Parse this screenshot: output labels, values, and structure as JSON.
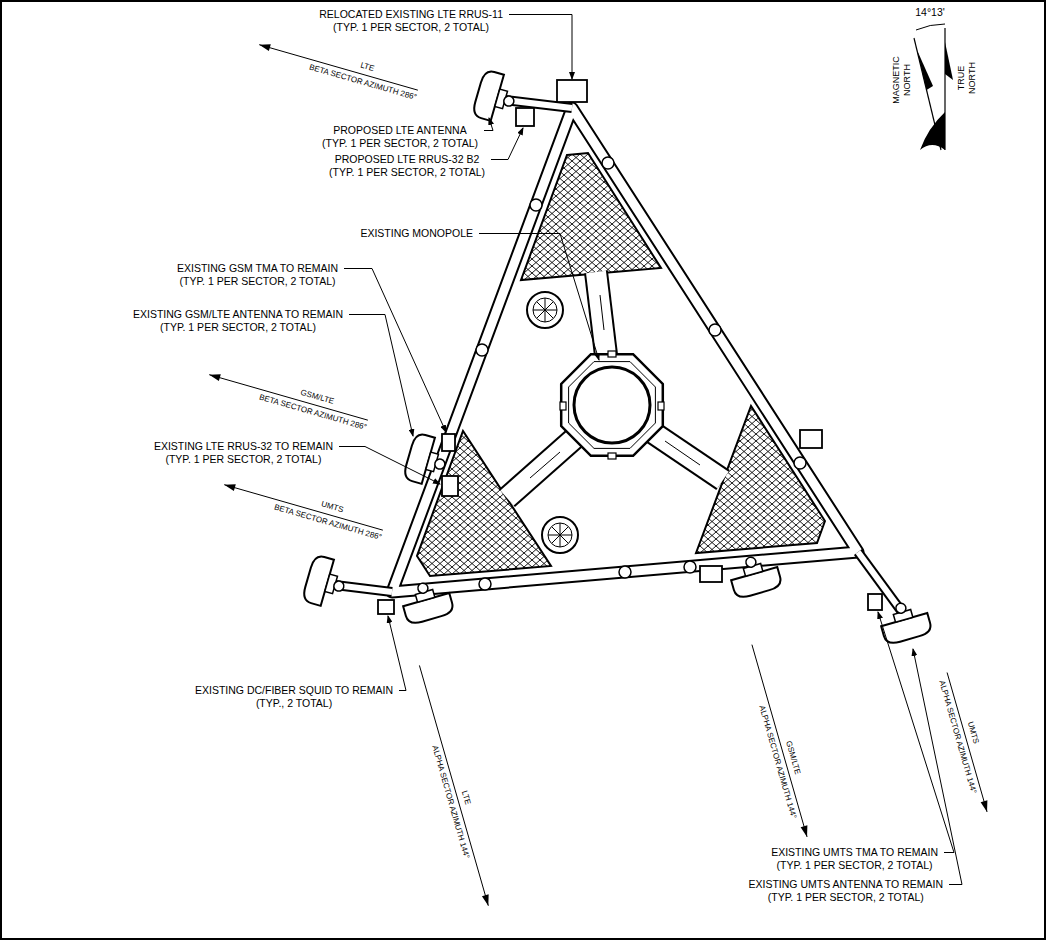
{
  "diagram": {
    "labels": [
      "RELOCATED EXISTING LTE RRUS-11 (TYP. 1 PER SECTOR, 2 TOTAL)",
      "14°13'",
      "MAGNETIC NORTH",
      "TRUE NORTH",
      "LTE BETA SECTOR AZIMUTH 286°",
      "PROPOSED LTE ANTENNA (TYP. 1 PER SECTOR, 2 TOTAL)",
      "PROPOSED LTE RRUS-32 B2 (TYP. 1 PER SECTOR, 2 TOTAL)",
      "EXISTING MONOPOLE",
      "EXISTING GSM TMA TO REMAIN (TYP. 1 PER SECTOR, 2 TOTAL)",
      "EXISTING GSM/LTE ANTENNA TO REMAIN (TYP. 1 PER SECTOR, 2 TOTAL)",
      "GSM/LTE BETA SECTOR AZIMUTH 286°",
      "EXISTING LTE RRUS-32 TO REMAIN (TYP. 1 PER SECTOR, 2 TOTAL)",
      "UMTS BETA SECTOR AZIMUTH 286°",
      "EXISTING DC/FIBER SQUID TO REMAIN (TYP., 2 TOTAL)",
      "LTE ALPHA SECTOR AZIMUTH 144°",
      "GSM/LTE ALPHA SECTOR AZIMUTH 144°",
      "UMTS ALPHA SECTOR AZIMUTH 144°",
      "EXISTING UMTS TMA TO REMAIN (TYP. 1 PER SECTOR, 2 TOTAL)",
      "EXISTING UMTS ANTENNA TO REMAIN (TYP. 1 PER SECTOR, 2 TOTAL)"
    ]
  }
}
